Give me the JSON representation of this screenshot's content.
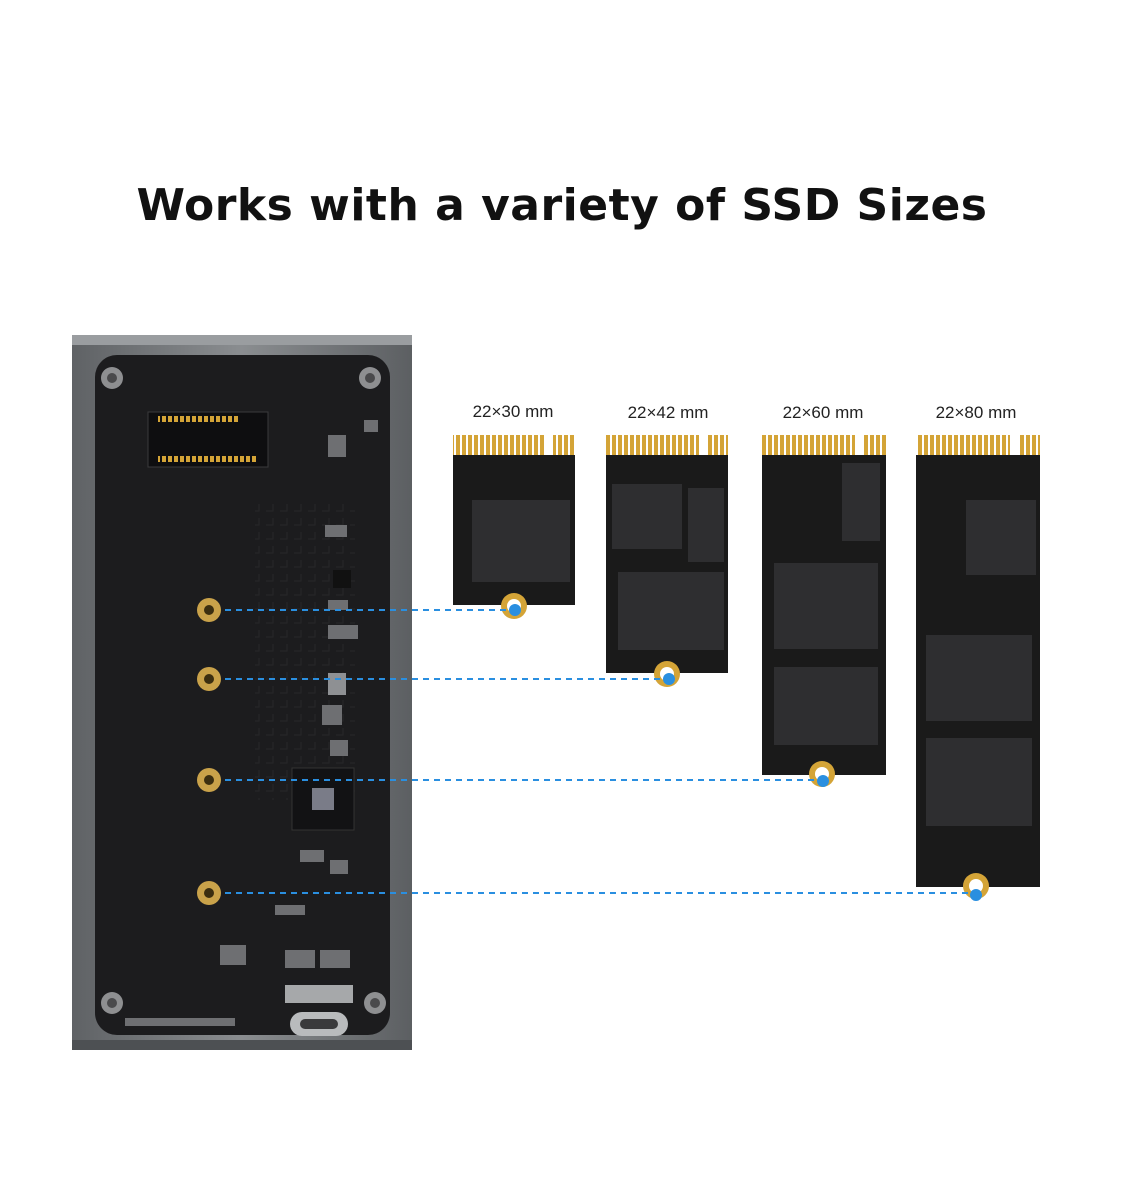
{
  "title": "Works with a variety of SSD Sizes",
  "ssd_sizes": [
    {
      "label": "22×30 mm"
    },
    {
      "label": "22×42 mm"
    },
    {
      "label": "22×60 mm"
    },
    {
      "label": "22×80 mm"
    }
  ],
  "colors": {
    "enclosure": "#6f7275",
    "board": "#1c1c1e",
    "ssd_pcb": "#1a1a1a",
    "chip": "#2e2e30",
    "gold": "#d4a437",
    "connector_line": "#2a8fe0"
  }
}
